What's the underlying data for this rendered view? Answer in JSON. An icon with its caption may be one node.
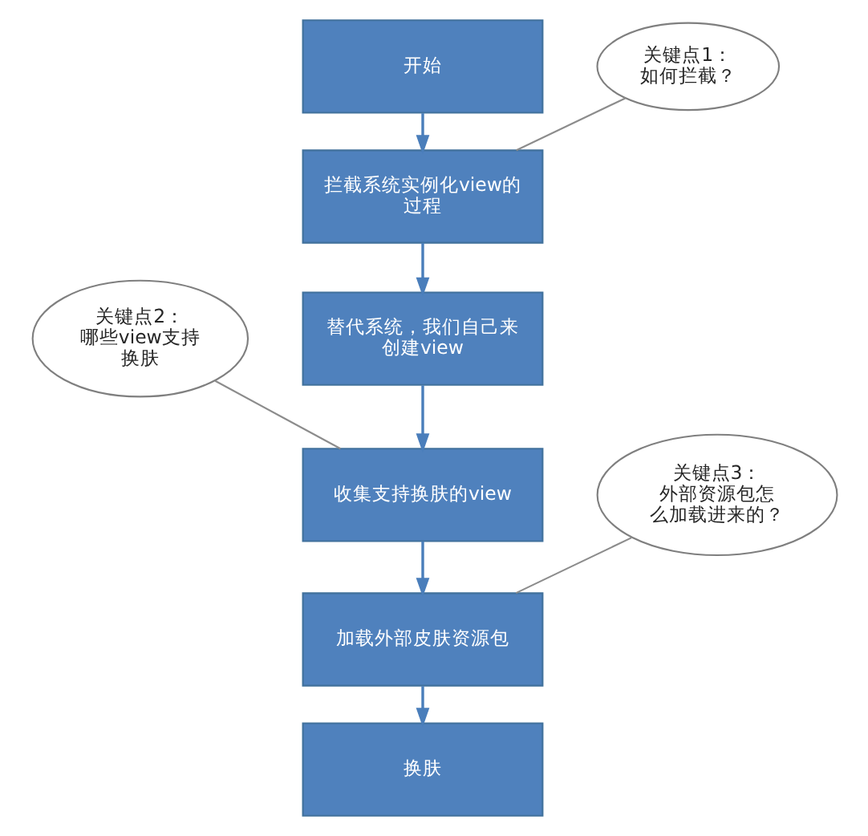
{
  "diagram": {
    "nodes": [
      {
        "text": [
          "开始"
        ]
      },
      {
        "text": [
          "拦截系统实例化view的过程"
        ]
      },
      {
        "text": [
          "替代系统，我们自己来创建view"
        ]
      },
      {
        "text": [
          "收集支持换肤的view"
        ]
      },
      {
        "text": [
          "加载外部皮肤资源包"
        ]
      },
      {
        "text": [
          "换肤"
        ]
      },
      {
        "text": [
          "关键点1：如何拦截？"
        ]
      },
      {
        "text": [
          "关键点2：哪些view支持换肤"
        ]
      },
      {
        "text": [
          "关键点3：外部资源包怎么加载进来的？"
        ]
      }
    ],
    "edges": [
      {
        "from": 0,
        "to": 1,
        "arrow": "to"
      },
      {
        "from": 1,
        "to": 2,
        "arrow": "to"
      },
      {
        "from": 2,
        "to": 3,
        "arrow": "to"
      },
      {
        "from": 3,
        "to": 4,
        "arrow": "to"
      },
      {
        "from": 4,
        "to": 5,
        "arrow": "to"
      },
      {
        "from": 6,
        "to": 1,
        "arrow": "none",
        "color": "#8c8c8c"
      },
      {
        "from": 7,
        "to": 3,
        "arrow": "none",
        "color": "#8c8c8c"
      },
      {
        "from": 8,
        "to": 4,
        "arrow": "none",
        "color": "#8c8c8c"
      }
    ]
  }
}
